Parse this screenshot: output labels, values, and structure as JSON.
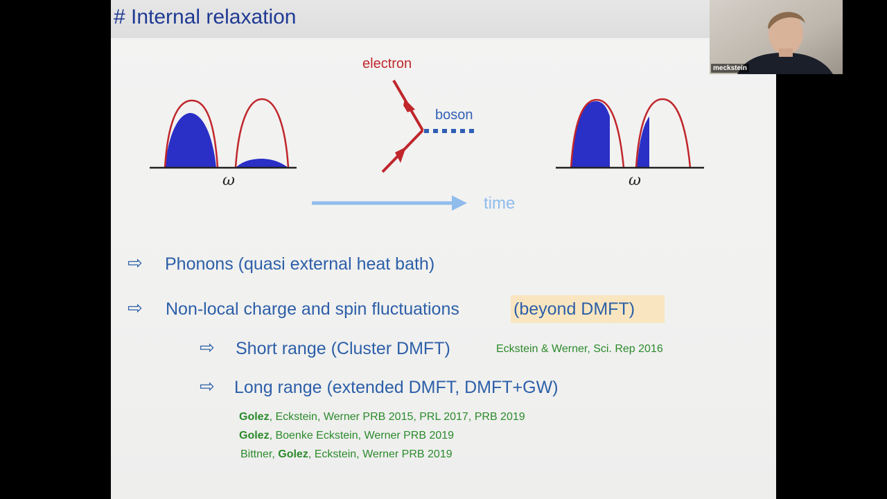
{
  "slide": {
    "title": "# Internal relaxation",
    "diagram": {
      "electron_label": "electron",
      "boson_label": "boson",
      "omega_left": "ω",
      "omega_right": "ω",
      "time_label": "time"
    },
    "bullets": {
      "b1": "Phonons (quasi external heat bath)",
      "b2": "Non-local charge and spin fluctuations",
      "b2_highlight": "(beyond DMFT)",
      "b3": "Short range  (Cluster DMFT)",
      "b3_ref": "Eckstein & Werner, Sci. Rep 2016",
      "b4": "Long range  (extended DMFT, DMFT+GW)"
    },
    "refs": {
      "r1_bold": "Golez",
      "r1_rest": ", Eckstein, Werner PRB 2015, PRL 2017, PRB 2019",
      "r2_bold": "Golez",
      "r2_rest": ", Boenke Eckstein, Werner PRB 2019",
      "r3_pre": "Bittner, ",
      "r3_bold": "Golez",
      "r3_rest": ", Eckstein, Werner PRB 2019"
    },
    "arrow_symbol": "⇨"
  },
  "webcam": {
    "name": "meckstein"
  },
  "colors": {
    "title": "#1f3a93",
    "bullet": "#2c5fa8",
    "reference": "#2b8a2b",
    "electron": "#c0262b",
    "boson": "#2f5fb5",
    "fill": "#2a2fc6",
    "time_arrow": "#8fbcec"
  }
}
